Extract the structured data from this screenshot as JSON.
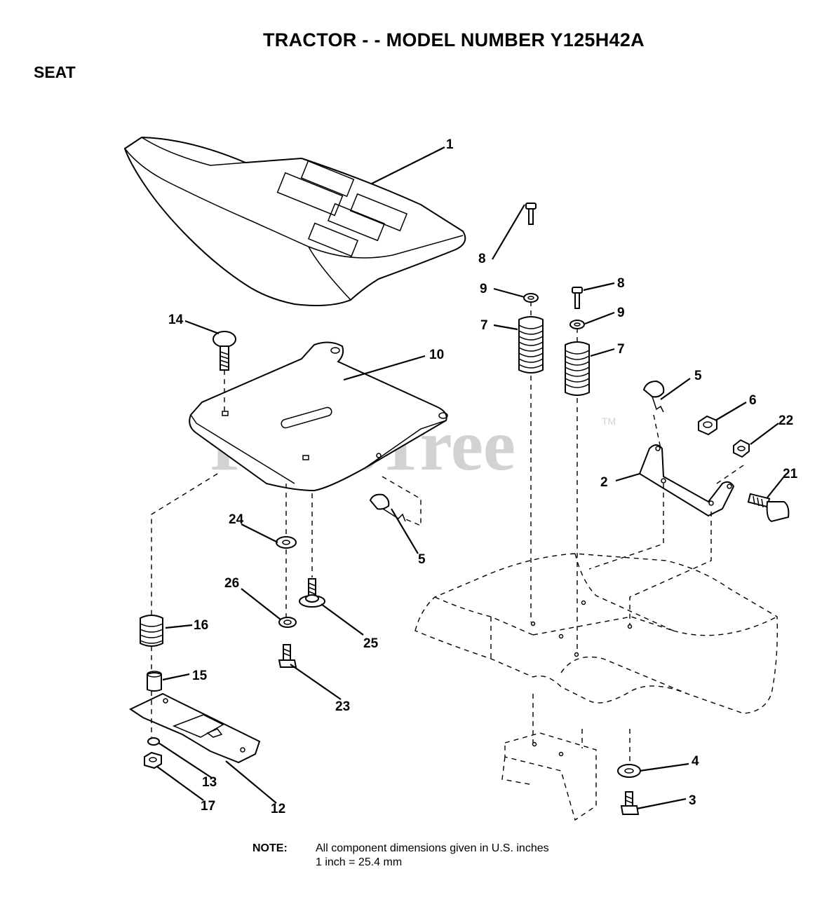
{
  "title": "TRACTOR - - MODEL NUMBER Y125H42A",
  "section": "SEAT",
  "watermark": "PartsTree",
  "trademark": "TM",
  "callouts": {
    "c1": "1",
    "c2": "2",
    "c3": "3",
    "c4": "4",
    "c5a": "5",
    "c5b": "5",
    "c6": "6",
    "c7a": "7",
    "c7b": "7",
    "c8a": "8",
    "c8b": "8",
    "c9a": "9",
    "c9b": "9",
    "c10": "10",
    "c12": "12",
    "c13": "13",
    "c14": "14",
    "c15": "15",
    "c16": "16",
    "c17": "17",
    "c21": "21",
    "c22": "22",
    "c23": "23",
    "c24": "24",
    "c25": "25",
    "c26": "26"
  },
  "note": {
    "label": "NOTE:",
    "line1": "All component dimensions given in U.S. inches",
    "line2": "1 inch = 25.4 mm"
  }
}
